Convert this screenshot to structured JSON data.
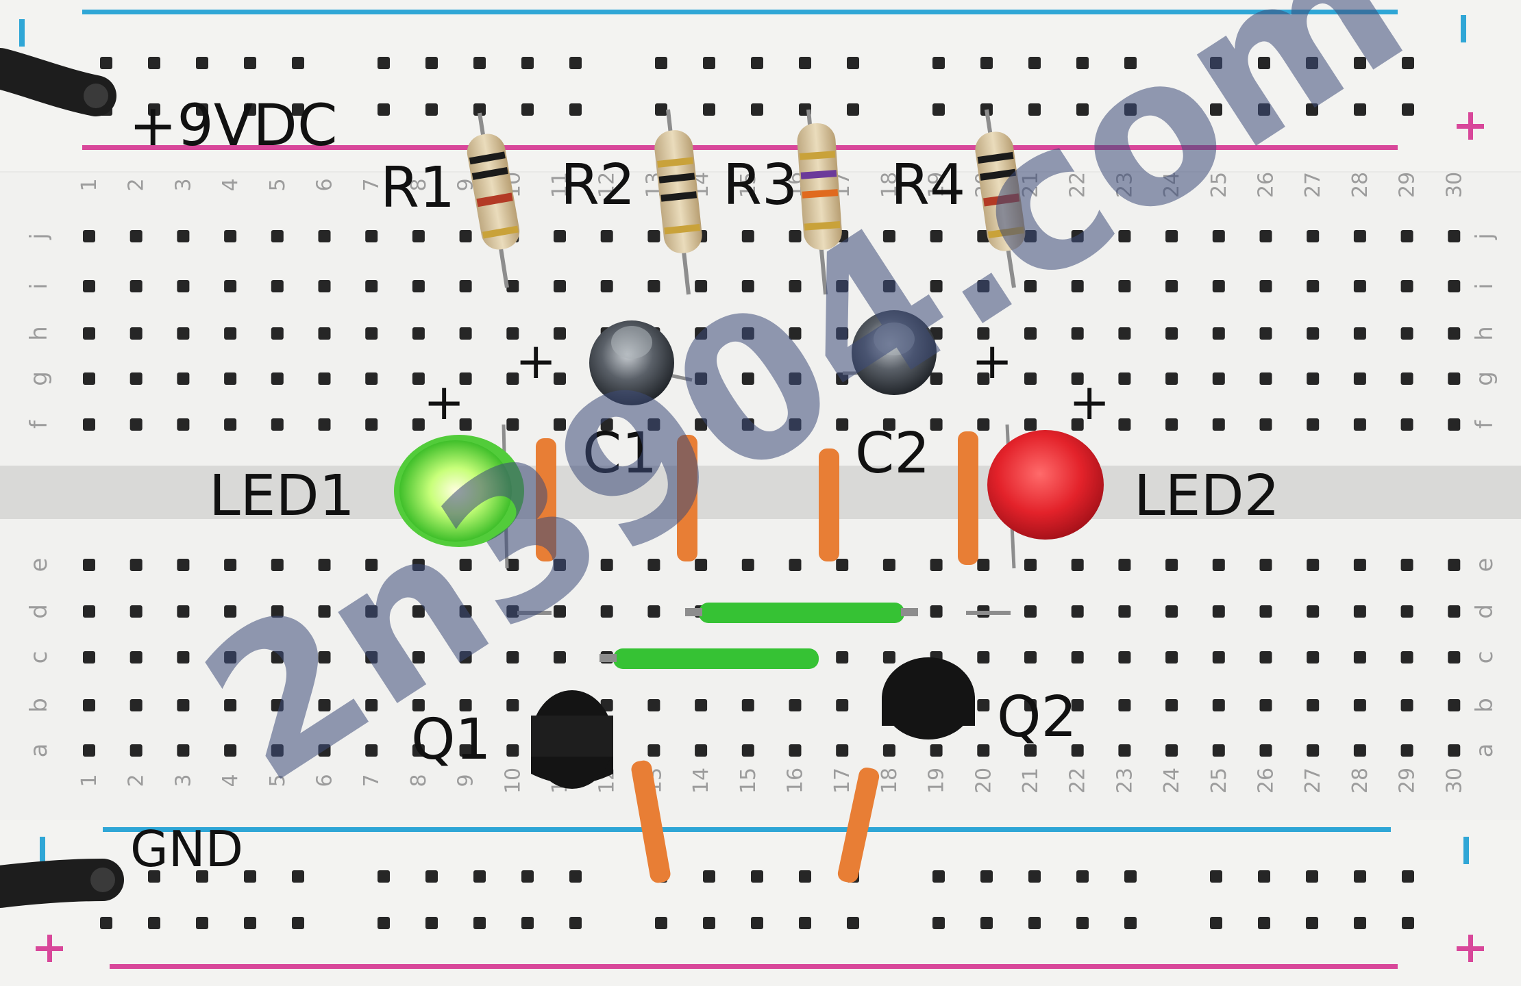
{
  "labels": {
    "power": "+9VDC",
    "ground": "GND",
    "r1": "R1",
    "r2": "R2",
    "r3": "R3",
    "r4": "R4",
    "c1": "C1",
    "c2": "C2",
    "led1": "LED1",
    "led2": "LED2",
    "q1": "Q1",
    "q2": "Q2",
    "plus": "+"
  },
  "watermark": "2n3904.com",
  "breadboard": {
    "column_numbers": [
      "1",
      "2",
      "3",
      "4",
      "5",
      "6",
      "7",
      "8",
      "9",
      "10",
      "11",
      "12",
      "13",
      "14",
      "15",
      "16",
      "17",
      "18",
      "19",
      "20",
      "21",
      "22",
      "23",
      "24",
      "25",
      "26",
      "27",
      "28",
      "29",
      "30"
    ],
    "row_letters_upper": [
      "j",
      "i",
      "h",
      "g",
      "f"
    ],
    "row_letters_lower": [
      "e",
      "d",
      "c",
      "b",
      "a"
    ],
    "rail_symbols": {
      "minus": "-",
      "plus": "+"
    }
  },
  "colors": {
    "board": "#f1f1ef",
    "rail_red": "#d8479a",
    "rail_blue": "#2fa6d6",
    "hole": "#262626",
    "wire_orange": "#e87e35",
    "wire_green": "#36c234",
    "led_green": "#8ef05a",
    "led_red": "#e8242a",
    "transistor": "#141414",
    "capacitor": "#3a3f46",
    "resistor_body": "#dcc9a3"
  }
}
